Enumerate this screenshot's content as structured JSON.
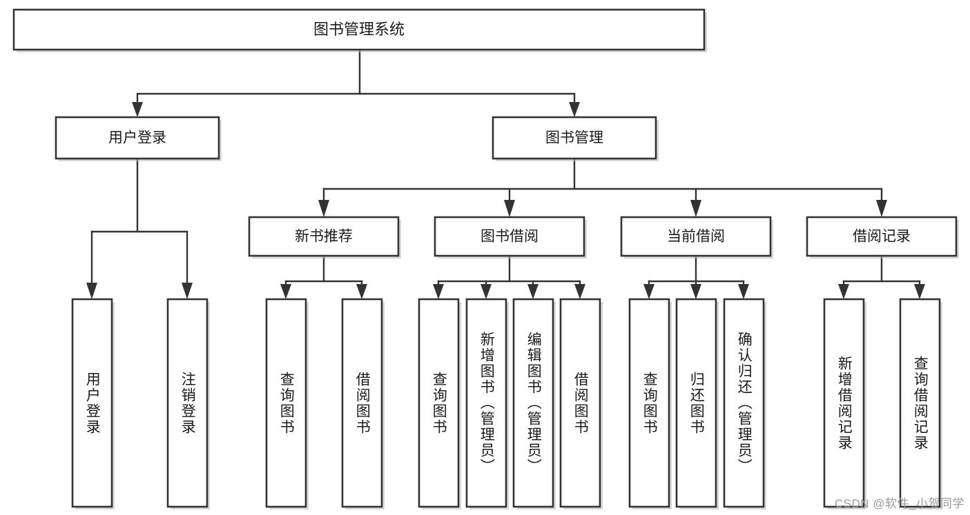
{
  "diagram": {
    "title": "图书管理系统",
    "type": "tree",
    "watermark": "CSDN @软件_小贺同学",
    "root": {
      "label": "图书管理系统"
    },
    "level2": [
      {
        "label": "用户登录"
      },
      {
        "label": "图书管理"
      }
    ],
    "level3": [
      {
        "label": "新书推荐"
      },
      {
        "label": "图书借阅"
      },
      {
        "label": "当前借阅"
      },
      {
        "label": "借阅记录"
      }
    ],
    "leaves": {
      "user_login": [
        {
          "label": "用户登录"
        },
        {
          "label": "注销登录"
        }
      ],
      "new_book_recommend": [
        {
          "label": "查询图书"
        },
        {
          "label": "借阅图书"
        }
      ],
      "book_borrow": [
        {
          "label": "查询图书"
        },
        {
          "label": "新增图书（管理员）"
        },
        {
          "label": "编辑图书（管理员）"
        },
        {
          "label": "借阅图书"
        }
      ],
      "current_borrow": [
        {
          "label": "查询图书"
        },
        {
          "label": "归还图书"
        },
        {
          "label": "确认归还（管理员）"
        }
      ],
      "borrow_record": [
        {
          "label": "新增借阅记录"
        },
        {
          "label": "查询借阅记录"
        }
      ]
    },
    "colors": {
      "stroke": "#333333",
      "fill": "#ffffff",
      "text": "#1a1a1a",
      "watermark": "#9a9a9a"
    }
  }
}
